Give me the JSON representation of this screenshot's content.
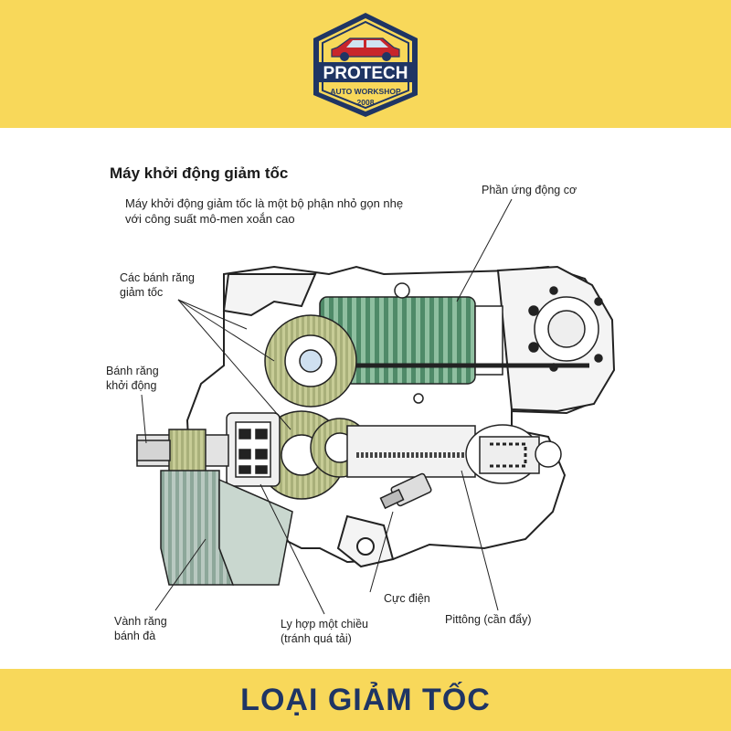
{
  "logo": {
    "brand": "PROTECH",
    "tagline": "AUTO WORKSHOP",
    "year": "2008",
    "colors": {
      "shield": "#1f3564",
      "fill": "#f8d85a",
      "car": "#c8262b"
    }
  },
  "diagram": {
    "heading": "Máy khởi động giảm tốc",
    "description_line1": "Máy khởi động giảm tốc là một bộ phận nhỏ gọn nhẹ",
    "description_line2": "với công suất mô-men xoắn cao",
    "labels": {
      "armature": "Phần ứng động cơ",
      "reduction_gears_1": "Các bánh răng",
      "reduction_gears_2": "giảm tốc",
      "pinion_1": "Bánh răng",
      "pinion_2": "khởi động",
      "ring_gear_1": "Vành răng",
      "ring_gear_2": "bánh đà",
      "clutch_1": "Ly hợp một chiều",
      "clutch_2": "(tránh quá tải)",
      "terminal": "Cực điện",
      "plunger": "Pittông (cần đẩy)"
    }
  },
  "footer": {
    "title": "LOẠI GIẢM TỐC"
  },
  "colors": {
    "band": "#f8d85a",
    "navy": "#1f3564",
    "gear": "#a9b07a",
    "armature": "#5f9a78",
    "body_outline": "#222222"
  }
}
